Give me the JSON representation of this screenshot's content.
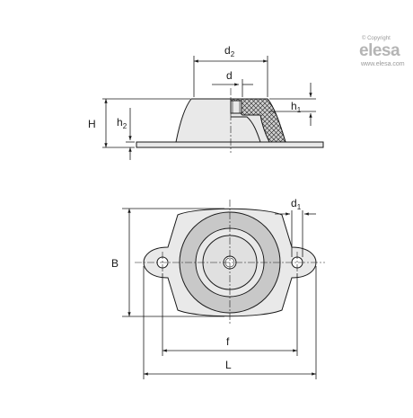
{
  "logo": {
    "copyright": "© Copyright",
    "word": "elesa",
    "url": "www.elesa.com"
  },
  "labels": {
    "d2": {
      "base": "d",
      "sub": "2"
    },
    "d": {
      "base": "d"
    },
    "H": {
      "base": "H"
    },
    "h2": {
      "base": "h",
      "sub": "2"
    },
    "h1": {
      "base": "h",
      "sub": "1"
    },
    "d1": {
      "base": "d",
      "sub": "1"
    },
    "B": {
      "base": "B"
    },
    "f": {
      "base": "f"
    },
    "L": {
      "base": "L"
    }
  },
  "colors": {
    "line": "#1a1a1a",
    "body_fill": "#e9e9e9",
    "rubber_fill": "#c8c8c8",
    "logo": "#b5b5b5"
  }
}
